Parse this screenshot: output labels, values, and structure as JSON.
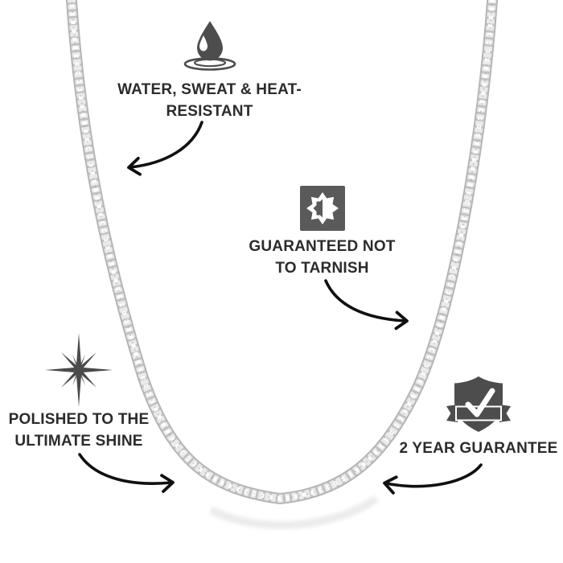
{
  "subject": {
    "product": "silver chain necklace",
    "layout": "chain hangs in a U-shape from the top edge with four feature callouts and curved arrows pointing to it"
  },
  "colors": {
    "background": "#ffffff",
    "icon_gray": "#4d4d4d",
    "badge_gray": "#5a5a5a",
    "text_dark": "#2b2b2b",
    "arrow_black": "#101010",
    "chain_silver": "#b5b5b5",
    "chain_highlight": "#ffffff",
    "reflection": "#d9d9d9"
  },
  "callouts": {
    "water": {
      "icon": "water-drop-icon",
      "line1": "WATER, SWEAT & HEAT-",
      "line2": "RESISTANT"
    },
    "tarnish": {
      "icon": "anti-tarnish-seal-icon",
      "line1": "GUARANTEED NOT",
      "line2": "TO TARNISH"
    },
    "polish": {
      "icon": "shine-sparkle-icon",
      "line1": "POLISHED TO THE",
      "line2": "ULTIMATE SHINE"
    },
    "guarantee": {
      "icon": "shield-check-icon",
      "line1": "2 YEAR GUARANTEE"
    }
  }
}
